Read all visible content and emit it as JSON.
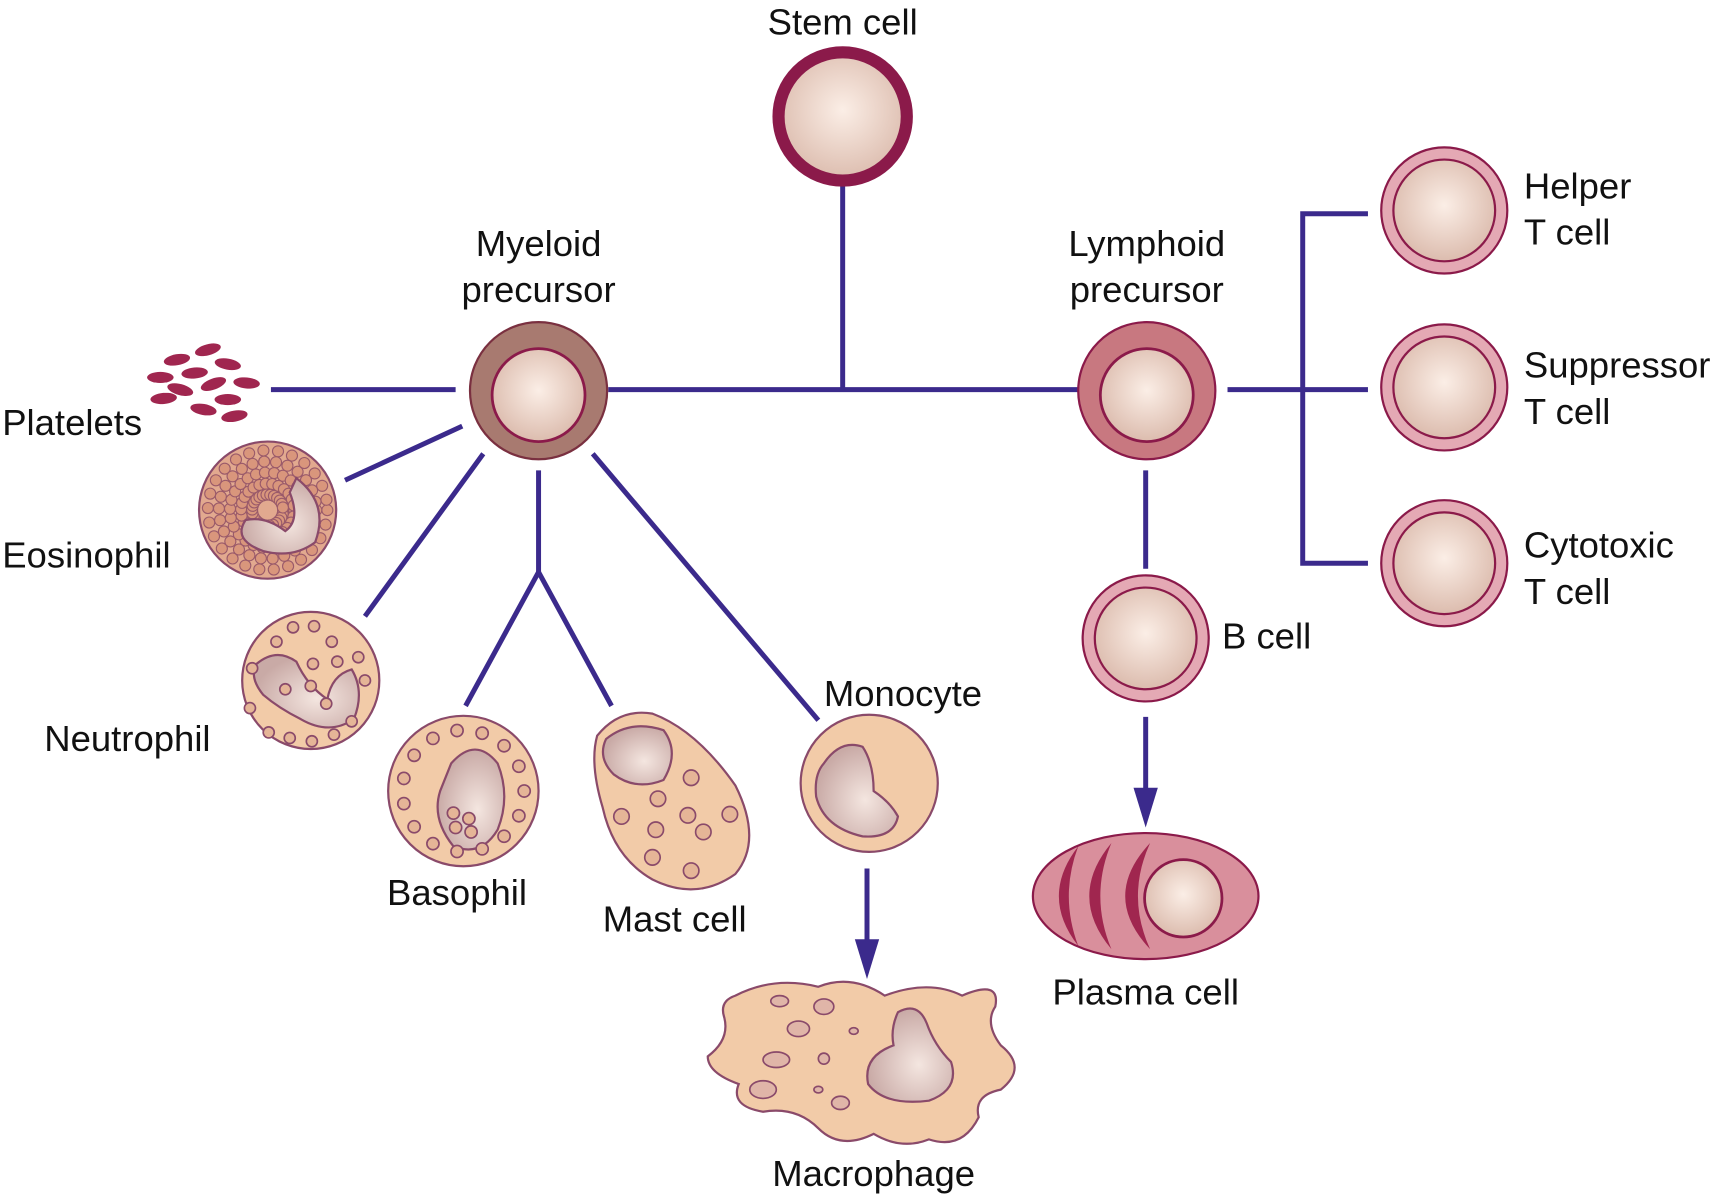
{
  "labels": {
    "stem": "Stem cell",
    "myeloid_1": "Myeloid",
    "myeloid_2": "precursor",
    "lymphoid_1": "Lymphoid",
    "lymphoid_2": "precursor",
    "platelets": "Platelets",
    "eosinophil": "Eosinophil",
    "neutrophil": "Neutrophil",
    "basophil": "Basophil",
    "mast": "Mast cell",
    "monocyte": "Monocyte",
    "macrophage": "Macrophage",
    "bcell": "B cell",
    "plasma": "Plasma cell",
    "helper_1": "Helper",
    "helper_2": "T cell",
    "suppressor_1": "Suppressor",
    "suppressor_2": "T cell",
    "cytotoxic_1": "Cytotoxic",
    "cytotoxic_2": "T cell"
  },
  "colors": {
    "line": "#3b2a8c",
    "stem_ring": "#8b1a4a",
    "myeloid": "#a87a70",
    "lymphoid": "#c87880",
    "tcell": "#e4a9b4",
    "granulocyte": "#f2cba8",
    "nucleus": "#f3e2d8"
  }
}
